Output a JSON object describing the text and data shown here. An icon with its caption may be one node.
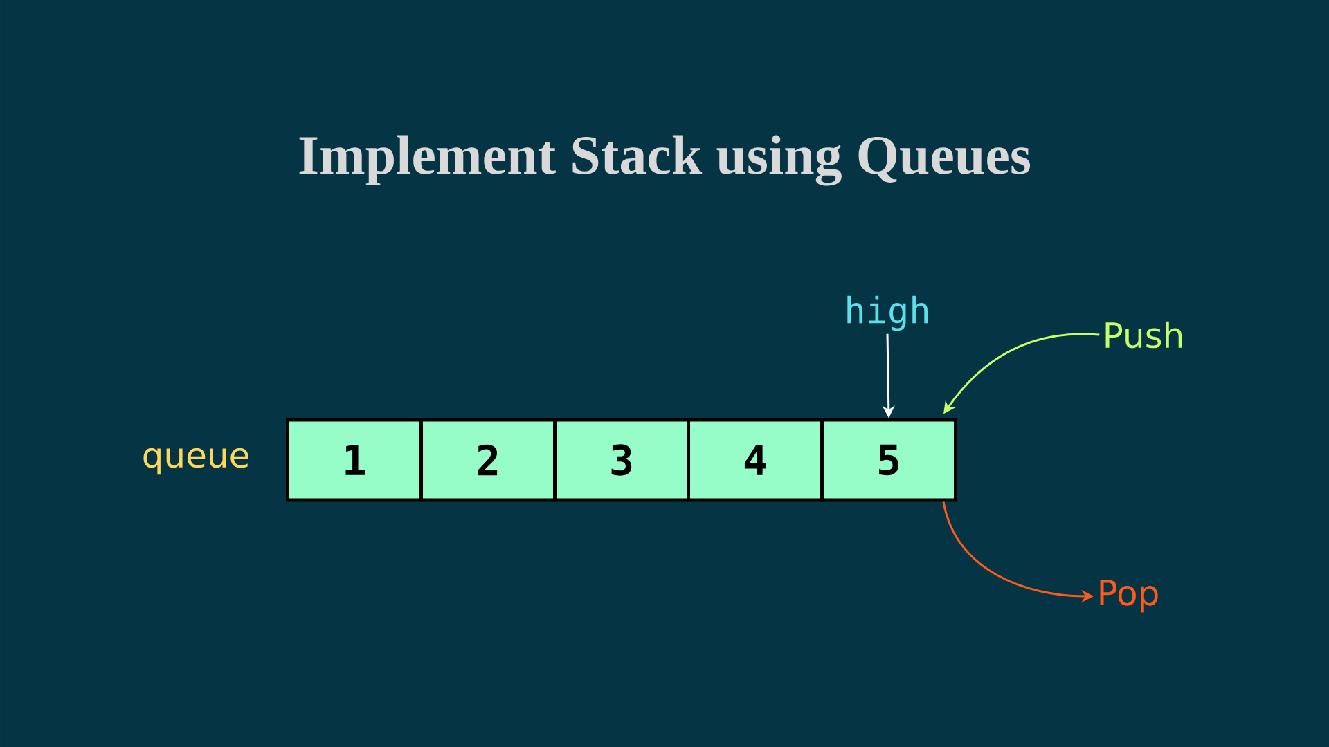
{
  "diagram": {
    "title": "Implement Stack using Queues",
    "nodes": [
      {
        "text": [
          "1"
        ]
      },
      {
        "text": [
          "2"
        ]
      },
      {
        "text": [
          "3"
        ]
      },
      {
        "text": [
          "4"
        ]
      },
      {
        "text": [
          "5"
        ]
      },
      {
        "text": [
          "high"
        ]
      },
      {
        "text": [
          "Push"
        ]
      },
      {
        "text": [
          "Pop"
        ]
      }
    ],
    "edges": [
      {
        "from": 5,
        "to": 4,
        "arrow": "to",
        "color": "#ffffff"
      },
      {
        "from": 6,
        "to": 4,
        "arrow": "to",
        "color": "#c6ff6a"
      },
      {
        "from": 4,
        "to": 7,
        "arrow": "to",
        "color": "#ff5a1a"
      }
    ],
    "labels": [
      "queue"
    ]
  }
}
